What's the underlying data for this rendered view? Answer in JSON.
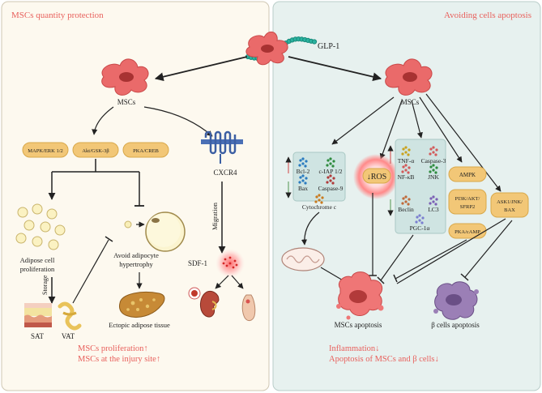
{
  "panels": {
    "left_title": "MSCs quantity protection",
    "right_title": "Avoiding cells apoptosis"
  },
  "glp1_label": "GLP-1",
  "left": {
    "msc_label": "MSCs",
    "pathways": [
      "MAPK/ERK 1/2",
      "Akt/GSK-3β",
      "PKA/CREB"
    ],
    "cxcr4": "CXCR4",
    "migration": "Migration",
    "sdf1": "SDF-1",
    "adipose_prolif": [
      "Adipose cell",
      "proliferation"
    ],
    "avoid_hyper": [
      "Avoid adipocyte",
      "hypertrophy"
    ],
    "storage": "Storage",
    "sat": "SAT",
    "vat": "VAT",
    "ectopic": "Ectopic adipose tissue",
    "outcome1": "MSCs proliferation↑",
    "outcome2": "MSCs at the injury site↑"
  },
  "right": {
    "msc_label": "MSCs",
    "box1": {
      "bcl2": "Bcl-2",
      "ciap": "c-IAP 1/2",
      "bax": "Bax",
      "casp9": "Caspase-9",
      "cytc": "Cytochrome c"
    },
    "ros": "↓ROS",
    "box2": {
      "tnfa": "TNF-α",
      "casp3": "Caspase-3",
      "nfkb": "NF-κB",
      "jnk": "JNK",
      "beclin": "Beclin",
      "lc3": "LC3",
      "pgc": "PGC-1α"
    },
    "ampk": "AMPK",
    "pi3k": [
      "PI3K/AKT/",
      "SFRP2"
    ],
    "pka": "PKA/cAMP",
    "ask": [
      "ASK1/JNK/",
      "BAX"
    ],
    "msc_apop": "MSCs apoptosis",
    "beta_apop": "β cells apoptosis",
    "outcome1": "Inflammation↓",
    "outcome2": "Apoptosis of MSCs and β cells↓"
  }
}
